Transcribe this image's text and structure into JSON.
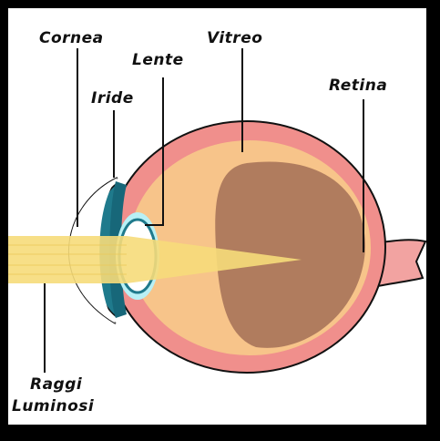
{
  "labels": {
    "cornea": "Cornea",
    "lente": "Lente",
    "vitreo": "Vitreo",
    "iride": "Iride",
    "retina": "Retina",
    "raggi_line1": "Raggi",
    "raggi_line2": "Luminosi"
  },
  "colors": {
    "background": "#000000",
    "panel": "#ffffff",
    "sclera": "#f08f8c",
    "vitreous": "#f7c48a",
    "retina_dark": "#b07c5e",
    "iris": "#1f7a8c",
    "lens_fill": "#ffffff",
    "lens_glow": "#b8f0f5",
    "light_rays": "#f6db7a",
    "optic_nerve": "#f2a3a1",
    "outline": "#111111"
  }
}
